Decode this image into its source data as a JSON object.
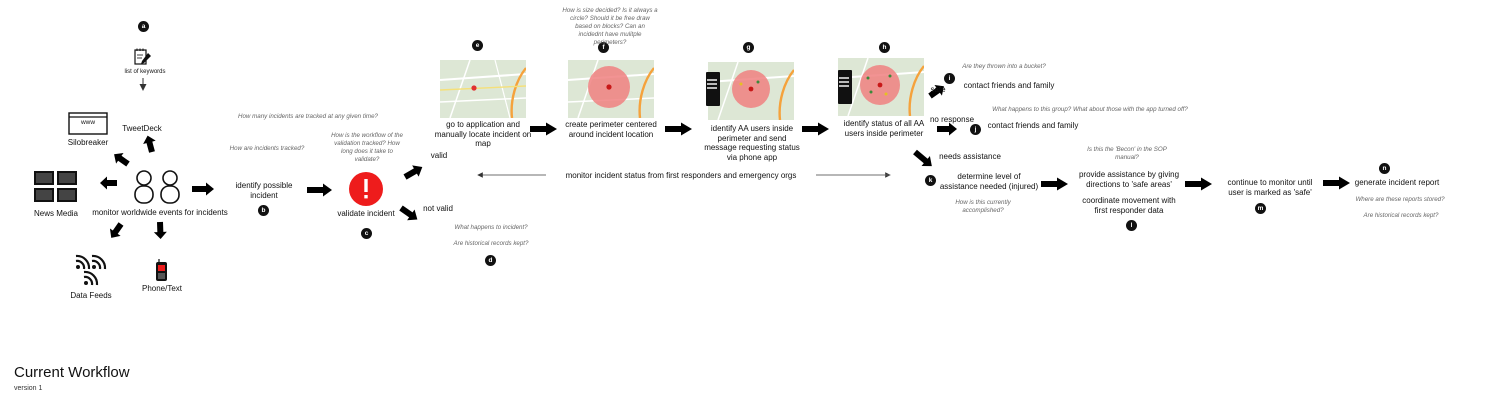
{
  "header": {
    "title": "Current Workflow",
    "version": "version 1"
  },
  "sources": {
    "keywords": "list of keywords",
    "tweetdeck": "TweetDeck",
    "silobreaker": "Silobreaker",
    "www": "www",
    "news_media": "News Media",
    "data_feeds": "Data Feeds",
    "phone_text": "Phone/Text",
    "monitor": "monitor worldwide events for incidents"
  },
  "badges": {
    "a": "a",
    "b": "b",
    "c": "c",
    "d": "d",
    "e": "e",
    "f": "f",
    "g": "g",
    "h": "h",
    "i": "i",
    "j": "j",
    "k": "k",
    "l": "l",
    "m": "m",
    "n": "n"
  },
  "steps": {
    "identify": "identify possible incident",
    "validate": "validate incident",
    "valid": "valid",
    "not_valid": "not valid",
    "go_to_app": "go to application and manually locate incident on map",
    "create_perimeter": "create perimeter centered around incident location",
    "identify_users": "identify AA users  inside perimeter and send message requesting status via phone app",
    "identify_status": "identify status of all AA users inside perimeter",
    "safe": "safe",
    "contact_1": "contact friends and family",
    "no_response": "no response",
    "contact_2": "contact friends and family",
    "needs_assistance": "needs assistance",
    "determine_level": "determine level of assistance needed (injured)",
    "provide_assistance": "provide assistance by giving directions to 'safe areas'",
    "coordinate": "coordinate movement with first responder data",
    "continue_monitor": "continue to monitor until user is marked as 'safe'",
    "generate_report": "generate incident report",
    "monitor_status": "monitor incident status from first responders and emergency orgs"
  },
  "questions": {
    "q_tracked_count": "How many incidents are tracked at any given time?",
    "q_how_tracked": "How are incidents tracked?",
    "q_validation": "How is the workflow of the validation tracked? How long does it take to validate?",
    "q_what_happens": "What happens to incident?",
    "q_historical_d": "Are historical records kept?",
    "q_size": "How is size decided?  Is it always a circle? Should it be free draw based on blocks? Can an incidednt have mulitple perimeters?",
    "q_bucket": "Are they thrown into a bucket?",
    "q_group": "What happens to this group?  What about those with the app turned off?",
    "q_accomplished": "How is this currently accomplished?",
    "q_becon": "Is this the 'Becon' in the SOP manual?",
    "q_stored": "Where are these reports stored?",
    "q_historical_n": "Are historical records kept?"
  },
  "icons": {
    "keywords": "notepad-pencil-icon",
    "people": "two-people-icon",
    "browser": "browser-window-icon",
    "screens": "monitor-grid-icon",
    "feeds": "rss-feed-icon",
    "phone": "mobile-phone-icon",
    "alert": "alert-exclamation-icon"
  },
  "colors": {
    "alert": "#ee1c1c",
    "perimeter": "#f08080",
    "map": "#dde7d5",
    "road": "#f5a23c",
    "arrow": "#000000",
    "question": "#666666"
  }
}
